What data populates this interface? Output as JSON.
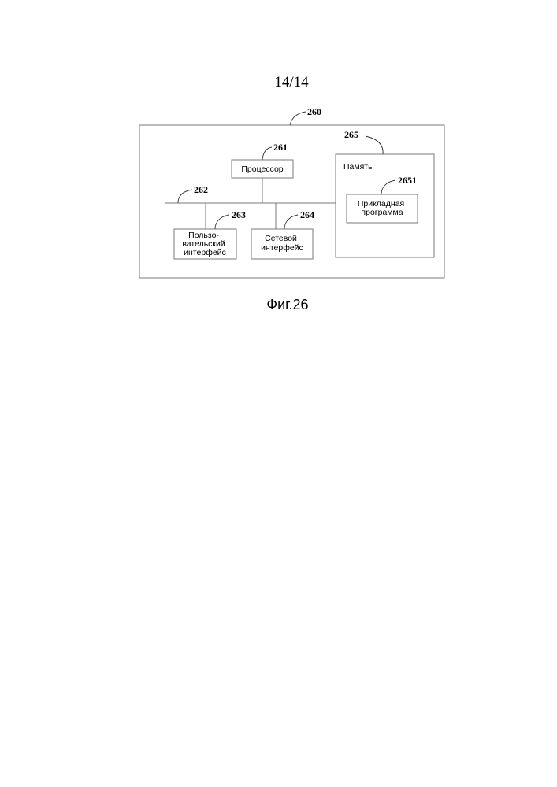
{
  "page": {
    "sheet_number": "14/14",
    "figure_caption": "Фиг.26"
  },
  "diagram": {
    "device": {
      "ref": "260"
    },
    "processor": {
      "ref": "261",
      "label": "Процессор"
    },
    "bus": {
      "ref": "262"
    },
    "user_interface": {
      "ref": "263",
      "label_lines": [
        "Пользо-",
        "вательский",
        "интерфейс"
      ]
    },
    "network_interface": {
      "ref": "264",
      "label_lines": [
        "Сетевой",
        "интерфейс"
      ]
    },
    "memory": {
      "ref": "265",
      "label": "Память"
    },
    "application": {
      "ref": "2651",
      "label_lines": [
        "Прикладная",
        "программа"
      ]
    }
  }
}
